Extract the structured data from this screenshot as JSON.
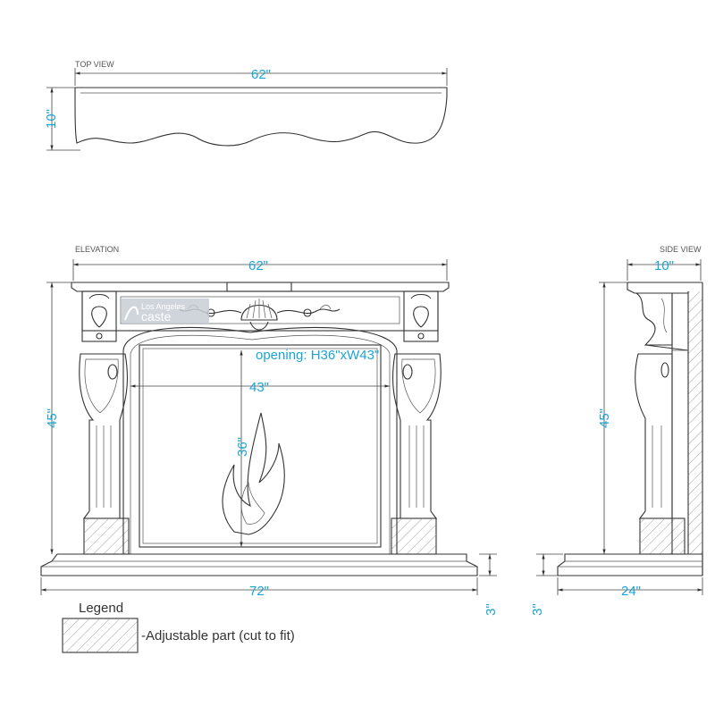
{
  "views": {
    "top_view": {
      "label": "TOP VIEW",
      "width": "62\"",
      "depth": "10\""
    },
    "elevation": {
      "label": "ELEVATION",
      "width": "62\"",
      "height": "45\"",
      "opening_width": "43\"",
      "opening_height": "36\"",
      "opening_note": "opening: H36\"xW43\"",
      "hearth_width": "72\"",
      "hearth_height": "3\""
    },
    "side_view": {
      "label": "SIDE VIEW",
      "depth": "10\"",
      "height": "45\"",
      "hearth_depth": "24\"",
      "hearth_height": "3\""
    }
  },
  "watermark": {
    "line1": "Los Angeles",
    "line2": "caste"
  },
  "legend": {
    "title": "Legend",
    "item": "-Adjustable part (cut to fit)"
  }
}
